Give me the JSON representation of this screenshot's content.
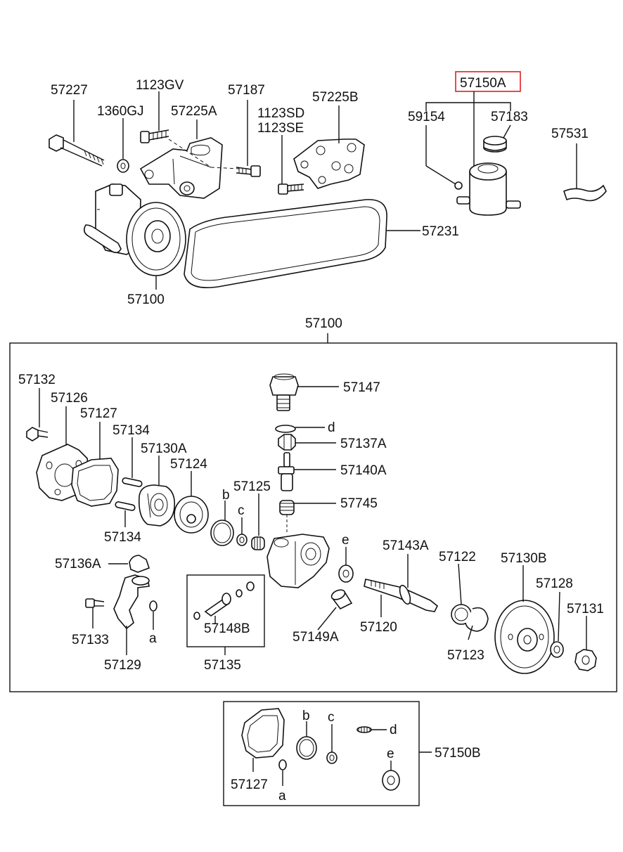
{
  "top_labels": {
    "p57227": "57227",
    "p1123gv": "1123GV",
    "p57187": "57187",
    "p1360gj": "1360GJ",
    "p57225a": "57225A",
    "p57225b": "57225B",
    "p1123sd": "1123SD",
    "p1123se": "1123SE",
    "p57150a": "57150A",
    "p59154": "59154",
    "p57183": "57183",
    "p57531": "57531",
    "p57231": "57231",
    "p57100_pump": "57100"
  },
  "box_main": {
    "title": "57100",
    "p57132": "57132",
    "p57126": "57126",
    "p57127": "57127",
    "p57134_top": "57134",
    "p57130a": "57130A",
    "p57124": "57124",
    "p57125": "57125",
    "p57134_bot": "57134",
    "p57147": "57147",
    "d1": "d",
    "p57137a": "57137A",
    "p57140a": "57140A",
    "p57745": "57745",
    "b1": "b",
    "c1": "c",
    "e1": "e",
    "p57143a": "57143A",
    "p57122": "57122",
    "p57130b": "57130B",
    "p57128": "57128",
    "p57131": "57131",
    "p57136a": "57136A",
    "p57133": "57133",
    "a1": "a",
    "p57129": "57129",
    "p57148b": "57148B",
    "p57135": "57135",
    "p57149a": "57149A",
    "p57120": "57120",
    "p57123": "57123"
  },
  "box_kit": {
    "title": "57150B",
    "p57127": "57127",
    "a": "a",
    "b": "b",
    "c": "c",
    "d": "d",
    "e": "e"
  }
}
